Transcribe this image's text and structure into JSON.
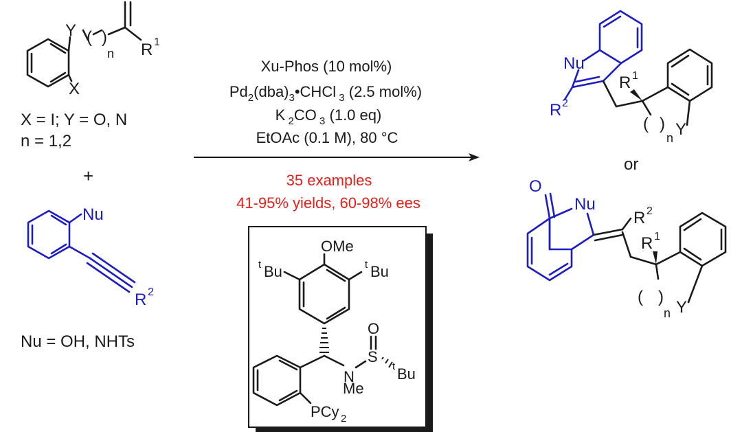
{
  "colors": {
    "ink": "#1a1a1a",
    "blue": "#1c1cc4",
    "red": "#e0201a"
  },
  "substrate1": {
    "Y": "Y",
    "n": "n",
    "R1": "R",
    "R1_sup": "1",
    "X": "X",
    "def_xy": "X = I; Y = O, N",
    "def_n": "n = 1,2"
  },
  "plus": "+",
  "substrate2": {
    "Nu": "Nu",
    "R2": "R",
    "R2_sup": "2",
    "def_nu": "Nu = OH, NHTs"
  },
  "conditions": {
    "ligand": "Xu-Phos (10 mol%)",
    "pd_a": "Pd",
    "pd_sub1": "2",
    "pd_b": "(dba)",
    "pd_sub2": "3",
    "pd_c": "•CHCl",
    "pd_sub3": " 3",
    "pd_d": " (2.5 mol%)",
    "base_a": "K",
    "base_sub1": " 2",
    "base_b": "CO",
    "base_sub2": " 3",
    "base_c": " (1.0 eq)",
    "solvent": "EtOAc (0.1 M), 80 °C"
  },
  "results": {
    "examples": "35 examples",
    "yields": "41-95% yields, 60-98%  ees"
  },
  "ligand_box": {
    "OMe": "OMe",
    "tBu_left": "Bu",
    "tBu_right": "Bu",
    "t": "t",
    "S": "S",
    "O": "O",
    "N": "N",
    "Me": "Me",
    "tBu_S": "Bu",
    "PCy": "PCy",
    "PCy_sub": "2"
  },
  "product1": {
    "Nu": "Nu",
    "R2": "R",
    "R2_sup": "2",
    "R1": "R",
    "R1_sup": "1",
    "paren_open": "(",
    "paren_close": ")",
    "n": "n",
    "Y": "Y"
  },
  "or": "or",
  "product2": {
    "O": "O",
    "Nu": "Nu",
    "R2": "R",
    "R2_sup": "2",
    "R1": "R",
    "R1_sup": "1",
    "paren_open": "(",
    "paren_close": ")",
    "n": "n",
    "Y": "Y"
  }
}
